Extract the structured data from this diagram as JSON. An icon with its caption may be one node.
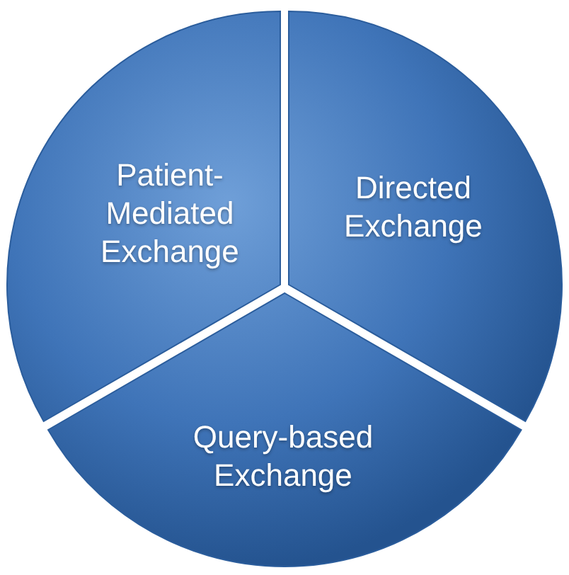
{
  "diagram": {
    "nodes": [
      {
        "text": [
          "Patient- Mediated Exchange"
        ]
      },
      {
        "text": [
          "Directed Exchange"
        ]
      },
      {
        "text": [
          "Query-based Exchange"
        ]
      }
    ]
  }
}
